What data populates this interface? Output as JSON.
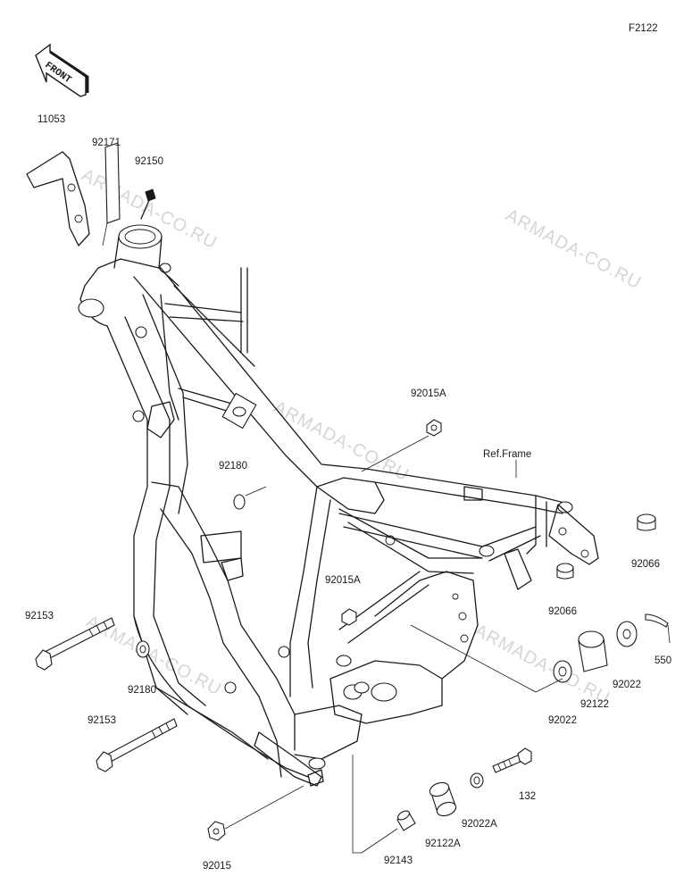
{
  "diagram_code": "F2122",
  "front_label": "FRONT",
  "ref_frame_label": "Ref.Frame",
  "watermark": "ARMADA-CO.RU",
  "parts": {
    "p11053": "11053",
    "p92171": "92171",
    "p92150": "92150",
    "p92015A_top": "92015A",
    "p92180_top": "92180",
    "p92015A_mid": "92015A",
    "p92153_top": "92153",
    "p92180_bot": "92180",
    "p92153_bot": "92153",
    "p92015": "92015",
    "p92143": "92143",
    "p92122A": "92122A",
    "p92022A": "92022A",
    "p132": "132",
    "p92022_left": "92022",
    "p92122": "92122",
    "p92022_right": "92022",
    "p550": "550",
    "p92066_right": "92066",
    "p92066_left": "92066"
  }
}
